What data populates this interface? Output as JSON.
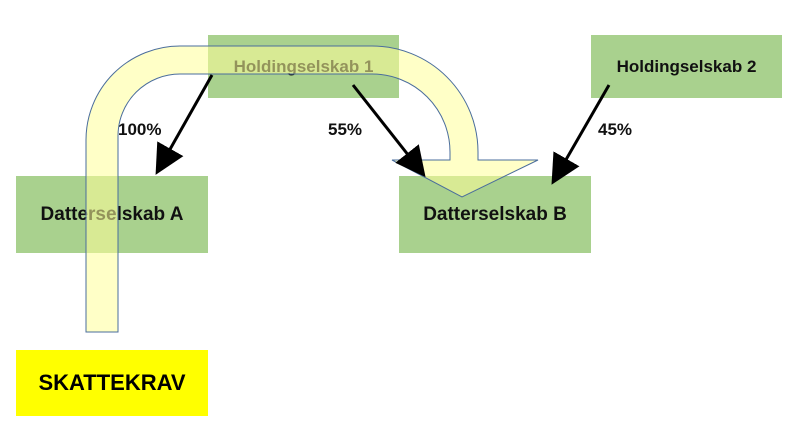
{
  "nodes": {
    "holding1": "Holdingselskab 1",
    "holding2": "Holdingselskab 2",
    "datter_a": "Datterselskab A",
    "datter_b": "Datterselskab B",
    "skattekrav": "SKATTEKRAV"
  },
  "edges": {
    "holding1_to_a": "100%",
    "holding1_to_b": "55%",
    "holding2_to_b": "45%"
  },
  "colors": {
    "box_green": "#a9d18e",
    "skattekrav_yellow": "#ffff00",
    "flow_arrow_fill": "#ffff99",
    "flow_arrow_stroke": "#4a6d9c",
    "ownership_arrow": "#000000"
  }
}
